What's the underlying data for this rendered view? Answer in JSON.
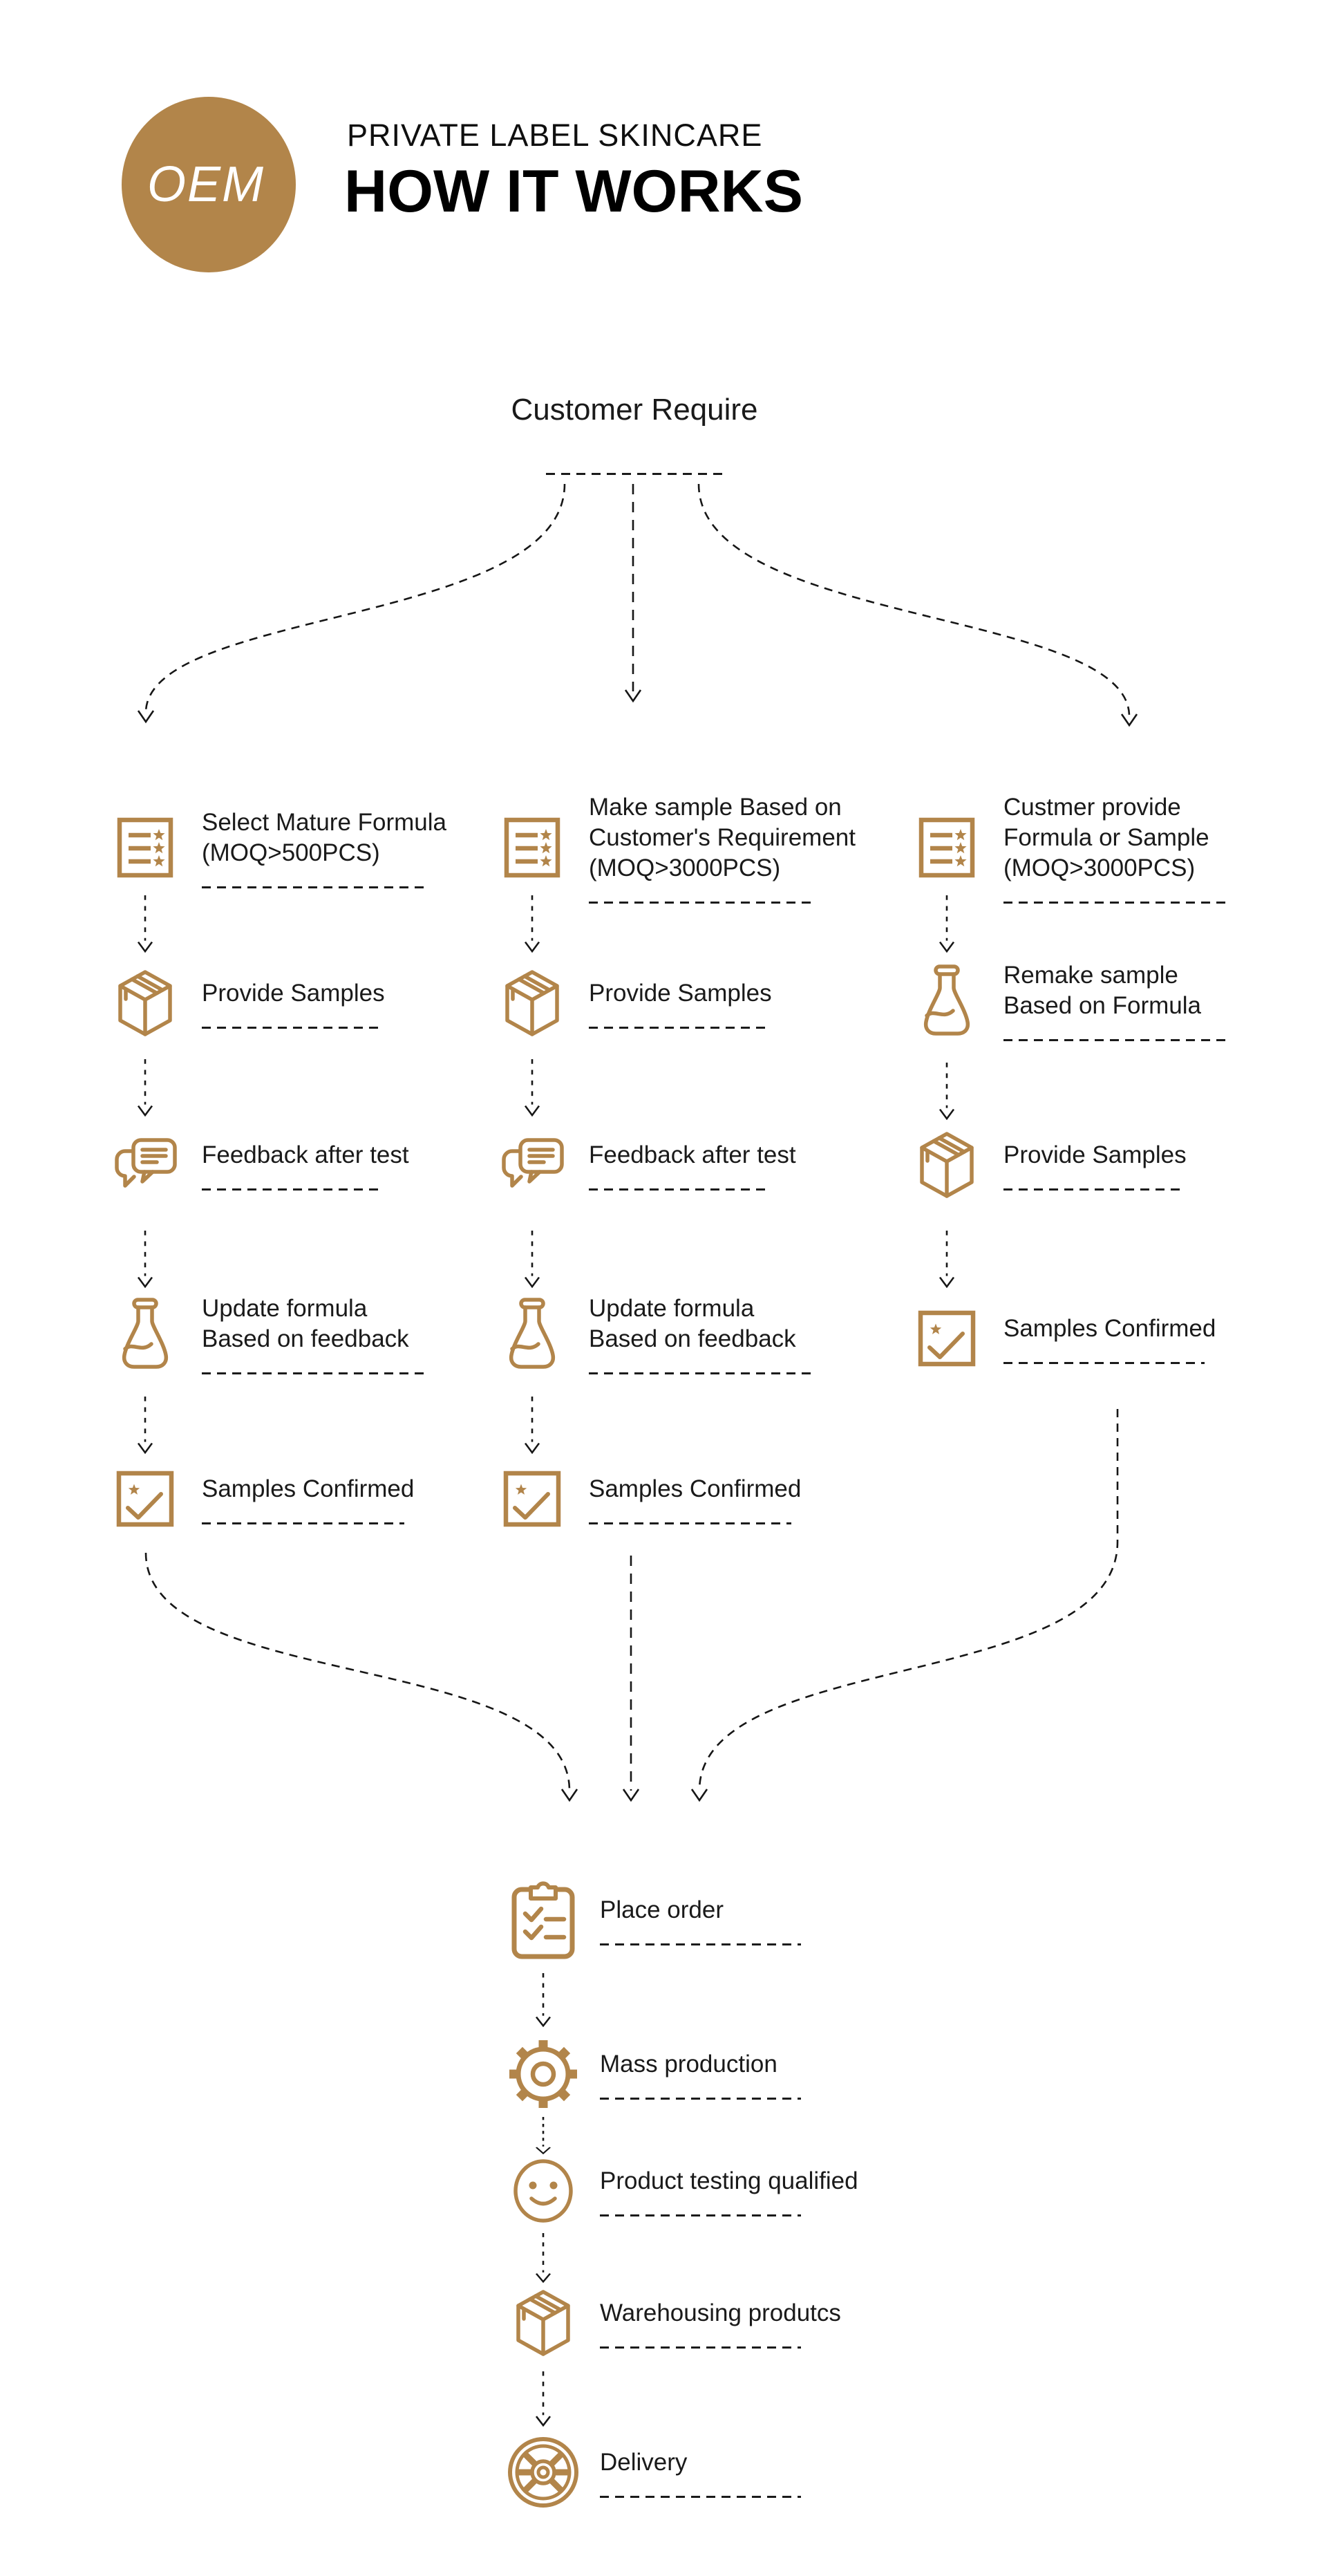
{
  "colors": {
    "accent": "#b2854a",
    "text": "#1a1a1a",
    "background": "#ffffff"
  },
  "header": {
    "logo_text": "OEM",
    "subtitle": "PRIVATE LABEL SKINCARE",
    "title": "HOW IT WORKS"
  },
  "root": {
    "label": "Customer Require"
  },
  "columns": [
    {
      "steps": [
        {
          "icon": "list-icon",
          "lines": [
            "Select Mature Formula",
            "(MOQ>500PCS)"
          ]
        },
        {
          "icon": "box-icon",
          "lines": [
            "Provide Samples"
          ]
        },
        {
          "icon": "chat-icon",
          "lines": [
            "Feedback after test"
          ]
        },
        {
          "icon": "flask-icon",
          "lines": [
            "Update formula",
            "Based on feedback"
          ]
        },
        {
          "icon": "check-square-icon",
          "lines": [
            "Samples Confirmed"
          ]
        }
      ]
    },
    {
      "steps": [
        {
          "icon": "list-icon",
          "lines": [
            "Make sample Based on",
            "Customer's Requirement",
            "(MOQ>3000PCS)"
          ]
        },
        {
          "icon": "box-icon",
          "lines": [
            "Provide Samples"
          ]
        },
        {
          "icon": "chat-icon",
          "lines": [
            "Feedback after test"
          ]
        },
        {
          "icon": "flask-icon",
          "lines": [
            "Update formula",
            "Based on feedback"
          ]
        },
        {
          "icon": "check-square-icon",
          "lines": [
            "Samples Confirmed"
          ]
        }
      ]
    },
    {
      "steps": [
        {
          "icon": "list-icon",
          "lines": [
            "Custmer provide",
            "Formula or Sample",
            "(MOQ>3000PCS)"
          ]
        },
        {
          "icon": "flask-icon",
          "lines": [
            "Remake sample",
            "Based on Formula"
          ]
        },
        {
          "icon": "box-icon",
          "lines": [
            "Provide Samples"
          ]
        },
        {
          "icon": "check-square-icon",
          "lines": [
            "Samples Confirmed"
          ]
        }
      ]
    }
  ],
  "final_steps": [
    {
      "icon": "clipboard-icon",
      "lines": [
        "Place order"
      ]
    },
    {
      "icon": "gear-icon",
      "lines": [
        "Mass production"
      ]
    },
    {
      "icon": "smiley-icon",
      "lines": [
        "Product testing qualified"
      ]
    },
    {
      "icon": "box-icon",
      "lines": [
        "Warehousing produtcs"
      ]
    },
    {
      "icon": "wheel-icon",
      "lines": [
        "Delivery"
      ]
    }
  ]
}
